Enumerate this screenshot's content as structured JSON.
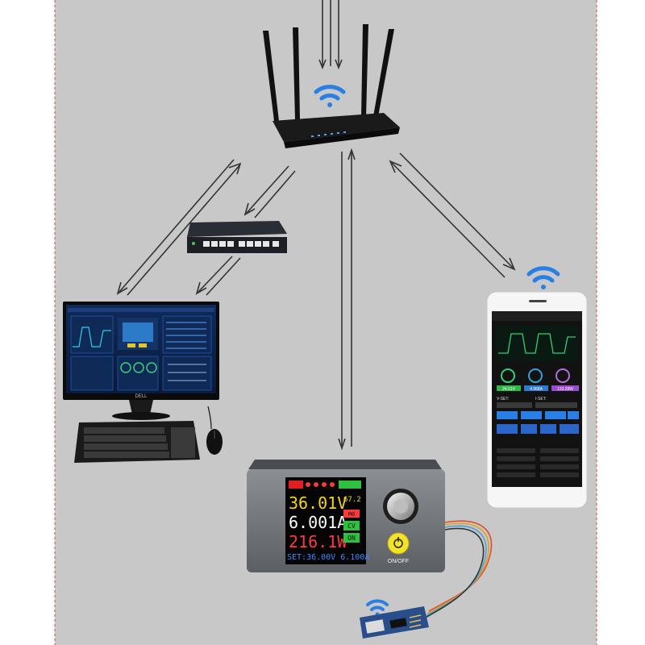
{
  "colors": {
    "background": "#c8c8c8",
    "border_dash": "#d94a4a",
    "wifi": "#2a7fe6",
    "arrow": "#333333"
  },
  "psu": {
    "voltage": "36.01V",
    "current": "6.001A",
    "power": "216.1W",
    "temp": "67.2",
    "mode_badge": "M0",
    "cv_label": "CV",
    "on_label": "ON",
    "set_line": "SET:36.00V 6.100A",
    "power_button_label": "ON/OFF"
  },
  "phone": {
    "cv_reading": "24.01V",
    "ca_reading": "4.968A",
    "cw_reading": "119.28W",
    "vset_label": "V-SET:",
    "iset_label": "I-SET:"
  },
  "monitor": {
    "brand": "DELL"
  }
}
